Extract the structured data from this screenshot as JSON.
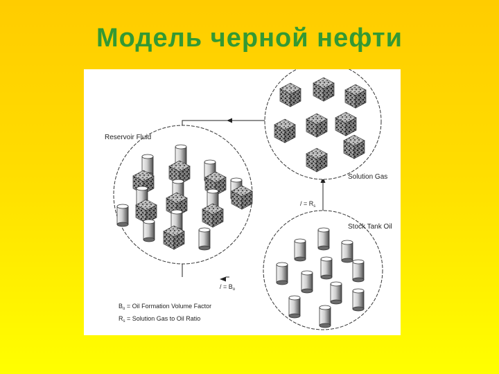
{
  "slide": {
    "title": "Модель черной нефти"
  },
  "diagram": {
    "reservoir_label": "Reservoir Fluid",
    "solution_gas_label": "Solution Gas",
    "stock_tank_label": "Stock Tank Oil",
    "rs_tag": "/ = R",
    "rs_sub": "s",
    "bo_tag": "/ = B",
    "bo_sub": "o",
    "legend_bo_main": "B",
    "legend_bo_sub": "o",
    "legend_bo_text": " = Oil Formation Volume Factor",
    "legend_rs_main": "R",
    "legend_rs_sub": "s",
    "legend_rs_text": " = Solution Gas to Oil Ratio"
  }
}
